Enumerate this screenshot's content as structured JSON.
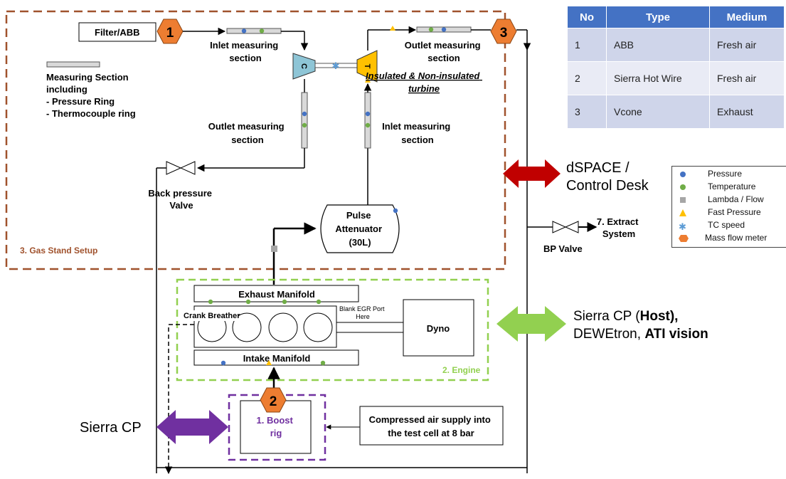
{
  "table": {
    "headers": [
      "No",
      "Type",
      "Medium"
    ],
    "rows": [
      {
        "no": "1",
        "type": "ABB",
        "medium": "Fresh air"
      },
      {
        "no": "2",
        "type": "Sierra Hot Wire",
        "medium": "Fresh air"
      },
      {
        "no": "3",
        "type": "Vcone",
        "medium": "Exhaust"
      }
    ]
  },
  "legend": {
    "pressure": "Pressure",
    "temperature": "Temperature",
    "lambda_flow": "Lambda / Flow",
    "fast_pressure": "Fast Pressure",
    "tc_speed": "TC speed",
    "mass_flow_meter": "Mass flow meter"
  },
  "gas_stand": {
    "label": "3. Gas Stand Setup",
    "filter": "Filter/ABB",
    "meter1": "1",
    "meter3": "3",
    "inlet_meas_1": "Inlet measuring",
    "inlet_meas_2": "section",
    "outlet_meas_top_1": "Outlet measuring",
    "outlet_meas_top_2": "section",
    "insulated_1": "Insulated & Non-insulated",
    "insulated_2": "turbine",
    "compressor": "C",
    "turbine": "T",
    "outlet_meas_left_1": "Outlet measuring",
    "outlet_meas_left_2": "section",
    "inlet_meas_right_1": "Inlet measuring",
    "inlet_meas_right_2": "section",
    "ms_title_1": "Measuring Section",
    "ms_title_2": "including",
    "ms_item_1": "- Pressure Ring",
    "ms_item_2": "- Thermocouple ring",
    "back_pressure_1": "Back pressure",
    "back_pressure_2": "Valve",
    "attenuator_1": "Pulse",
    "attenuator_2": "Attenuator",
    "attenuator_3": "(30L)"
  },
  "engine": {
    "label": "2. Engine",
    "exhaust_manifold": "Exhaust Manifold",
    "intake_manifold": "Intake Manifold",
    "crank_breather": "Crank Breather",
    "egr_1": "Blank EGR Port",
    "egr_2": "Here",
    "dyno": "Dyno"
  },
  "boost": {
    "meter2": "2",
    "label_1": "1. Boost",
    "label_2": "rig",
    "supply_1": "Compressed air supply into",
    "supply_2": "the test cell at 8 bar"
  },
  "right": {
    "dspace_1": "dSPACE /",
    "dspace_2": "Control Desk",
    "extract_1": "7. Extract",
    "extract_2": "System",
    "bp_valve": "BP Valve",
    "sierra_host_1a": "Sierra CP (",
    "sierra_host_1b": "Host),",
    "sierra_host_2a": "DEWEtron, ",
    "sierra_host_2b": "ATI vision"
  },
  "left": {
    "sierra_cp": "Sierra CP"
  },
  "colors": {
    "gas_stand_border": "#A0522D",
    "engine_border": "#92D050",
    "boost_border": "#7030A0",
    "meter_orange": "#ED7D31",
    "compressor": "#8EC5D6",
    "turbine": "#FFC000",
    "pressure_dot": "#4472C4",
    "temperature_dot": "#70AD47",
    "dspace_arrow": "#C00000",
    "engine_arrow": "#92D050",
    "sierra_arrow": "#7030A0"
  }
}
